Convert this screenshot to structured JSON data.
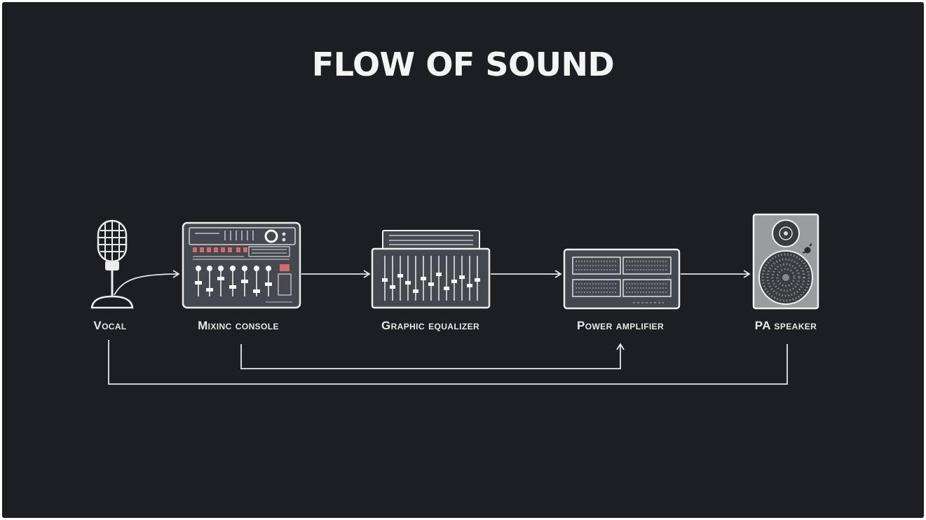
{
  "title": "FLOW OF SOUND",
  "nodes": [
    {
      "id": "vocal",
      "label": "Vocal"
    },
    {
      "id": "mixing-console",
      "label": "Mixinc console"
    },
    {
      "id": "graphic-equalizer",
      "label": "Graphic equalizer"
    },
    {
      "id": "power-amplifier",
      "label": "Power amplifier"
    },
    {
      "id": "pa-speaker",
      "label": "PA speaker"
    }
  ],
  "edges": [
    {
      "from": "vocal",
      "to": "mixing-console"
    },
    {
      "from": "mixing-console",
      "to": "graphic-equalizer"
    },
    {
      "from": "graphic-equalizer",
      "to": "power-amplifier"
    },
    {
      "from": "power-amplifier",
      "to": "pa-speaker"
    },
    {
      "from": "mixing-console",
      "to": "power-amplifier"
    },
    {
      "from": "vocal",
      "to": "pa-speaker"
    }
  ],
  "colors": {
    "background": "#1c1e23",
    "line": "#e6e6e6",
    "device_fill": "#45484e",
    "speaker_fill": "#9a9ca0"
  }
}
